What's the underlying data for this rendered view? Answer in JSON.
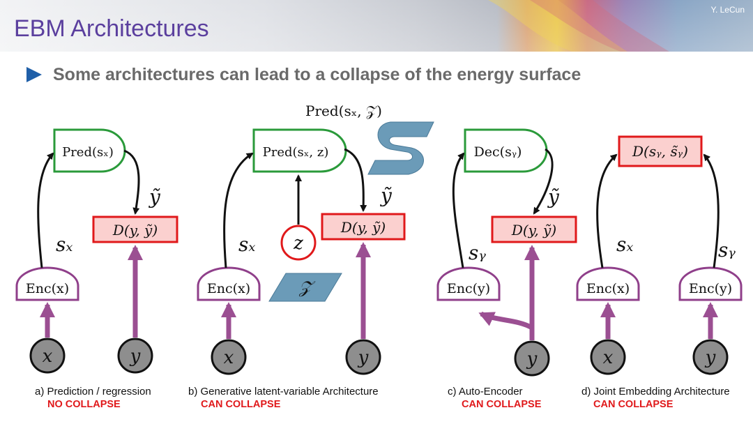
{
  "header": {
    "title": "EBM Architectures",
    "author": "Y. LeCun"
  },
  "bullet": "Some architectures can lead to a collapse of the energy surface",
  "colors": {
    "title": "#5b3f9e",
    "predictor_border": "#2a9a3a",
    "energy_fill": "#fbd0cf",
    "energy_border": "#e0191b",
    "encoder_border": "#8f3f8a",
    "arrow_purple": "#9b4f92",
    "variable_fill": "#8e8e8e",
    "latent_shape": "#6b9bb8",
    "status_red": "#e0191b"
  },
  "panels": {
    "a": {
      "caption": "a) Prediction / regression",
      "status": "NO COLLAPSE",
      "predictor": "Pred(sₓ)",
      "energy": "D(y, ỹ)",
      "encoder": "Enc(x)",
      "rep": "sₓ",
      "ytilde": "ỹ",
      "x": "x",
      "y": "y"
    },
    "b": {
      "caption": "b) Generative latent-variable Architecture",
      "status": "CAN COLLAPSE",
      "predictor": "Pred(sₓ, z)",
      "predictor_set_label": "Pred(sₓ, 𝒵)",
      "energy": "D(y, ỹ)",
      "encoder": "Enc(x)",
      "rep": "sₓ",
      "ytilde": "ỹ",
      "latent": "z",
      "latent_set": "𝒵",
      "x": "x",
      "y": "y"
    },
    "c": {
      "caption": "c) Auto-Encoder",
      "status": "CAN COLLAPSE",
      "decoder": "Dec(sᵧ)",
      "energy": "D(y, ỹ)",
      "encoder": "Enc(y)",
      "rep": "sᵧ",
      "ytilde": "ỹ",
      "y": "y"
    },
    "d": {
      "caption": "d) Joint Embedding Architecture",
      "status": "CAN COLLAPSE",
      "energy": "D(sᵧ, s̃ᵧ)",
      "encoder_x": "Enc(x)",
      "encoder_y": "Enc(y)",
      "rep_x": "sₓ",
      "rep_y": "sᵧ",
      "x": "x",
      "y": "y"
    }
  }
}
